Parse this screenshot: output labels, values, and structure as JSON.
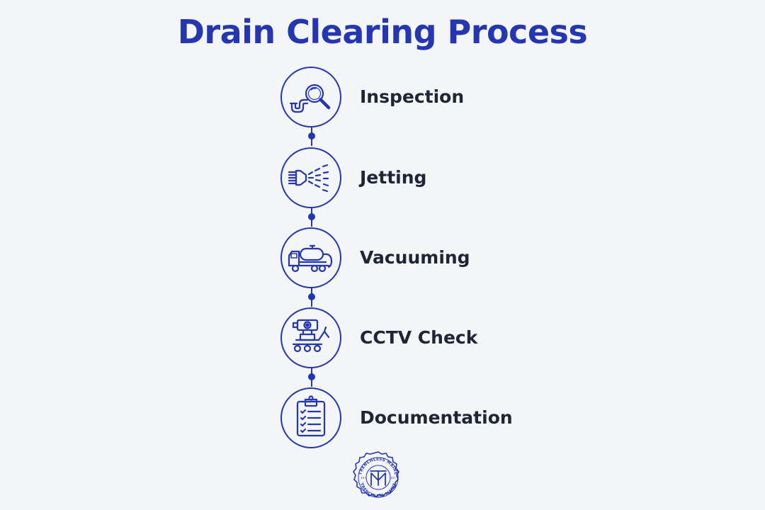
{
  "title": "Drain Clearing Process",
  "steps": [
    {
      "label": "Inspection",
      "icon": "magnifier-pipe-icon"
    },
    {
      "label": "Jetting",
      "icon": "water-jet-nozzle-icon"
    },
    {
      "label": "Vacuuming",
      "icon": "vacuum-truck-icon"
    },
    {
      "label": "CCTV Check",
      "icon": "camera-crawler-robot-icon"
    },
    {
      "label": "Documentation",
      "icon": "clipboard-checklist-icon"
    }
  ],
  "seal": {
    "text_top": "TRENCHLESS MAINE",
    "text_bottom": "TRENCHLESS MAINE",
    "left_mark": "EST",
    "right_mark": "EST",
    "monogram": "TM"
  },
  "colors": {
    "accent": "#2436b0",
    "text": "#1f2535",
    "background": "#f4f5f7"
  }
}
